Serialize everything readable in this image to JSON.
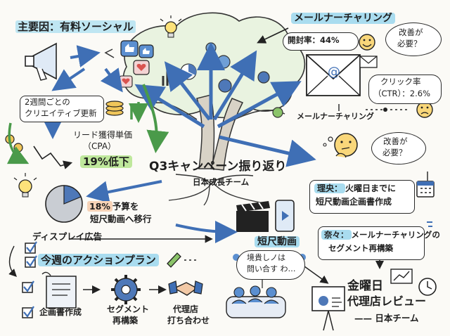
{
  "texts": {
    "main_cause": "主要因：有料ソーシャル",
    "creative_refresh_1": "2週間ごとの",
    "creative_refresh_2": "クリエイティブ更新",
    "cpa_1": "リード獲得単価",
    "cpa_2": "（CPA）",
    "cpa_drop": "19%低下",
    "title": "Q3キャンペーン振り返り",
    "team": "日本成長チーム",
    "budget_pct": "18%",
    "budget_1": "予算を",
    "budget_2": "短尺動画へ移行",
    "display_ads": "ディスプレイ広告",
    "short_video": "短尺動画",
    "email_heading": "メールナーチャリング",
    "open_rate": "開封率：44%",
    "improve_1a": "改善が",
    "improve_1b": "必要？",
    "click_rate_1": "クリック率",
    "click_rate_2": "（CTR）：2.6%",
    "email_label": "メールナーチャリング",
    "improve_2a": "改善が",
    "improve_2b": "必要？",
    "riou_name": "理央：",
    "riou_task_1": "火曜日までに",
    "riou_task_2": "短尺動画企画書作成",
    "nana_name": "奈々：",
    "nana_task_1": "メールナーチャリングの",
    "nana_task_2": "セグメント再構築",
    "action_plan": "今週のアクションプラン",
    "speech_1": "境貴しノは",
    "speech_2": "問い合す わ…",
    "action_1": "企画書作成",
    "action_2a": "セグメント",
    "action_2b": "再構築",
    "action_3a": "代理店",
    "action_3b": "打ち合わせ",
    "review_1": "金曜日",
    "review_2": "代理店レビュー",
    "review_3": "—— 日本チーム"
  },
  "icons": [
    "megaphone-icon",
    "like-icon",
    "heart-icon",
    "coins-icon",
    "lightbulb-icon",
    "pie-chart-icon",
    "clapperboard-icon",
    "phone-icon",
    "envelope-icon",
    "thinking-face-icon",
    "calendar-icon",
    "gear-icon",
    "handshake-icon",
    "document-icon",
    "presentation-board-icon",
    "clock-icon",
    "people-icon",
    "smiley-icon",
    "worried-face-icon",
    "checkbox-icon",
    "pencil-icon"
  ],
  "colors": {
    "accent_blue": "#a9dcef",
    "accent_green": "#bfe89c",
    "accent_peach": "#f7d3b7",
    "arrow_blue": "#3f6fb5",
    "arrow_green": "#4a9a4a"
  }
}
